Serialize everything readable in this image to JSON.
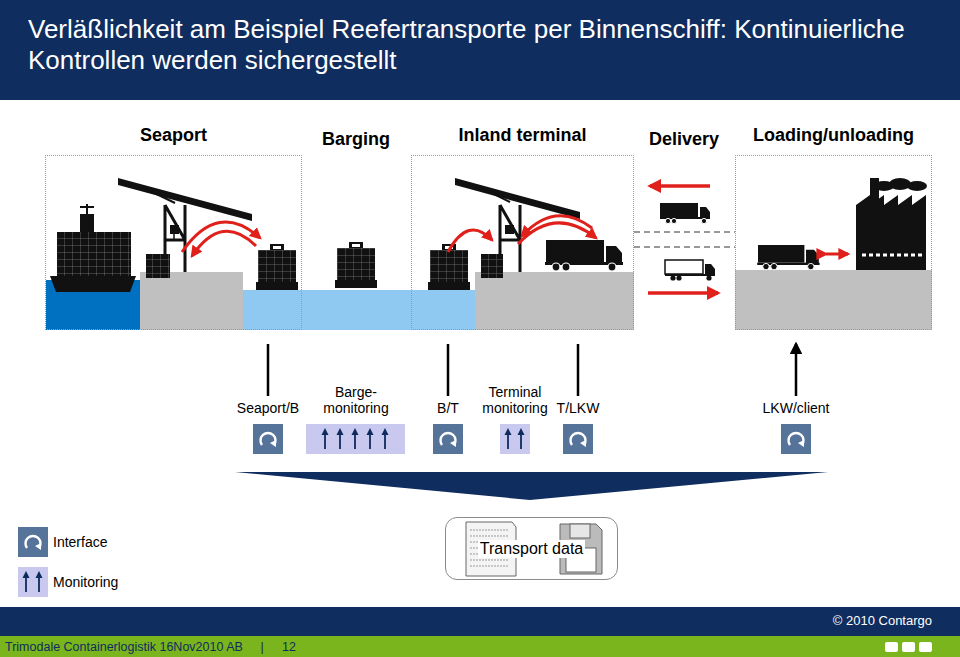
{
  "diagram": {
    "title": "Verläßlichkeit am Beispiel Reefertransporte per Binnenschiff: Kontinuierliche Kontrollen werden sichergestellt",
    "nodes": [
      {
        "text": [
          "Seaport"
        ]
      },
      {
        "text": [
          "Inland terminal"
        ]
      },
      {
        "text": [
          "Loading/unloading"
        ]
      },
      {
        "text": [
          "Transport data"
        ]
      }
    ],
    "labels": [
      "Barging",
      "Delivery",
      "Seaport/B",
      "Barge- monitoring",
      "B/T",
      "Terminal monitoring",
      "T/LKW",
      "LKW/client",
      "© 2010 Contargo",
      "Trimodale Containerlogistik 16Nov2010 AB",
      "|",
      "12"
    ],
    "legend": [
      {
        "text": "Interface"
      },
      {
        "text": "Monitoring"
      }
    ]
  }
}
